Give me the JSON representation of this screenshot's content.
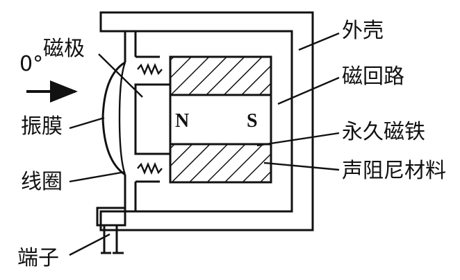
{
  "labels": {
    "angle": "0°",
    "magnetic_pole": "磁极",
    "diaphragm": "振膜",
    "coil": "线圈",
    "terminal": "端子",
    "casing": "外壳",
    "magnetic_circuit": "磁回路",
    "permanent_magnet": "永久磁铁",
    "acoustic_damping": "声阻尼材料",
    "pole_n": "N",
    "pole_s": "S"
  }
}
